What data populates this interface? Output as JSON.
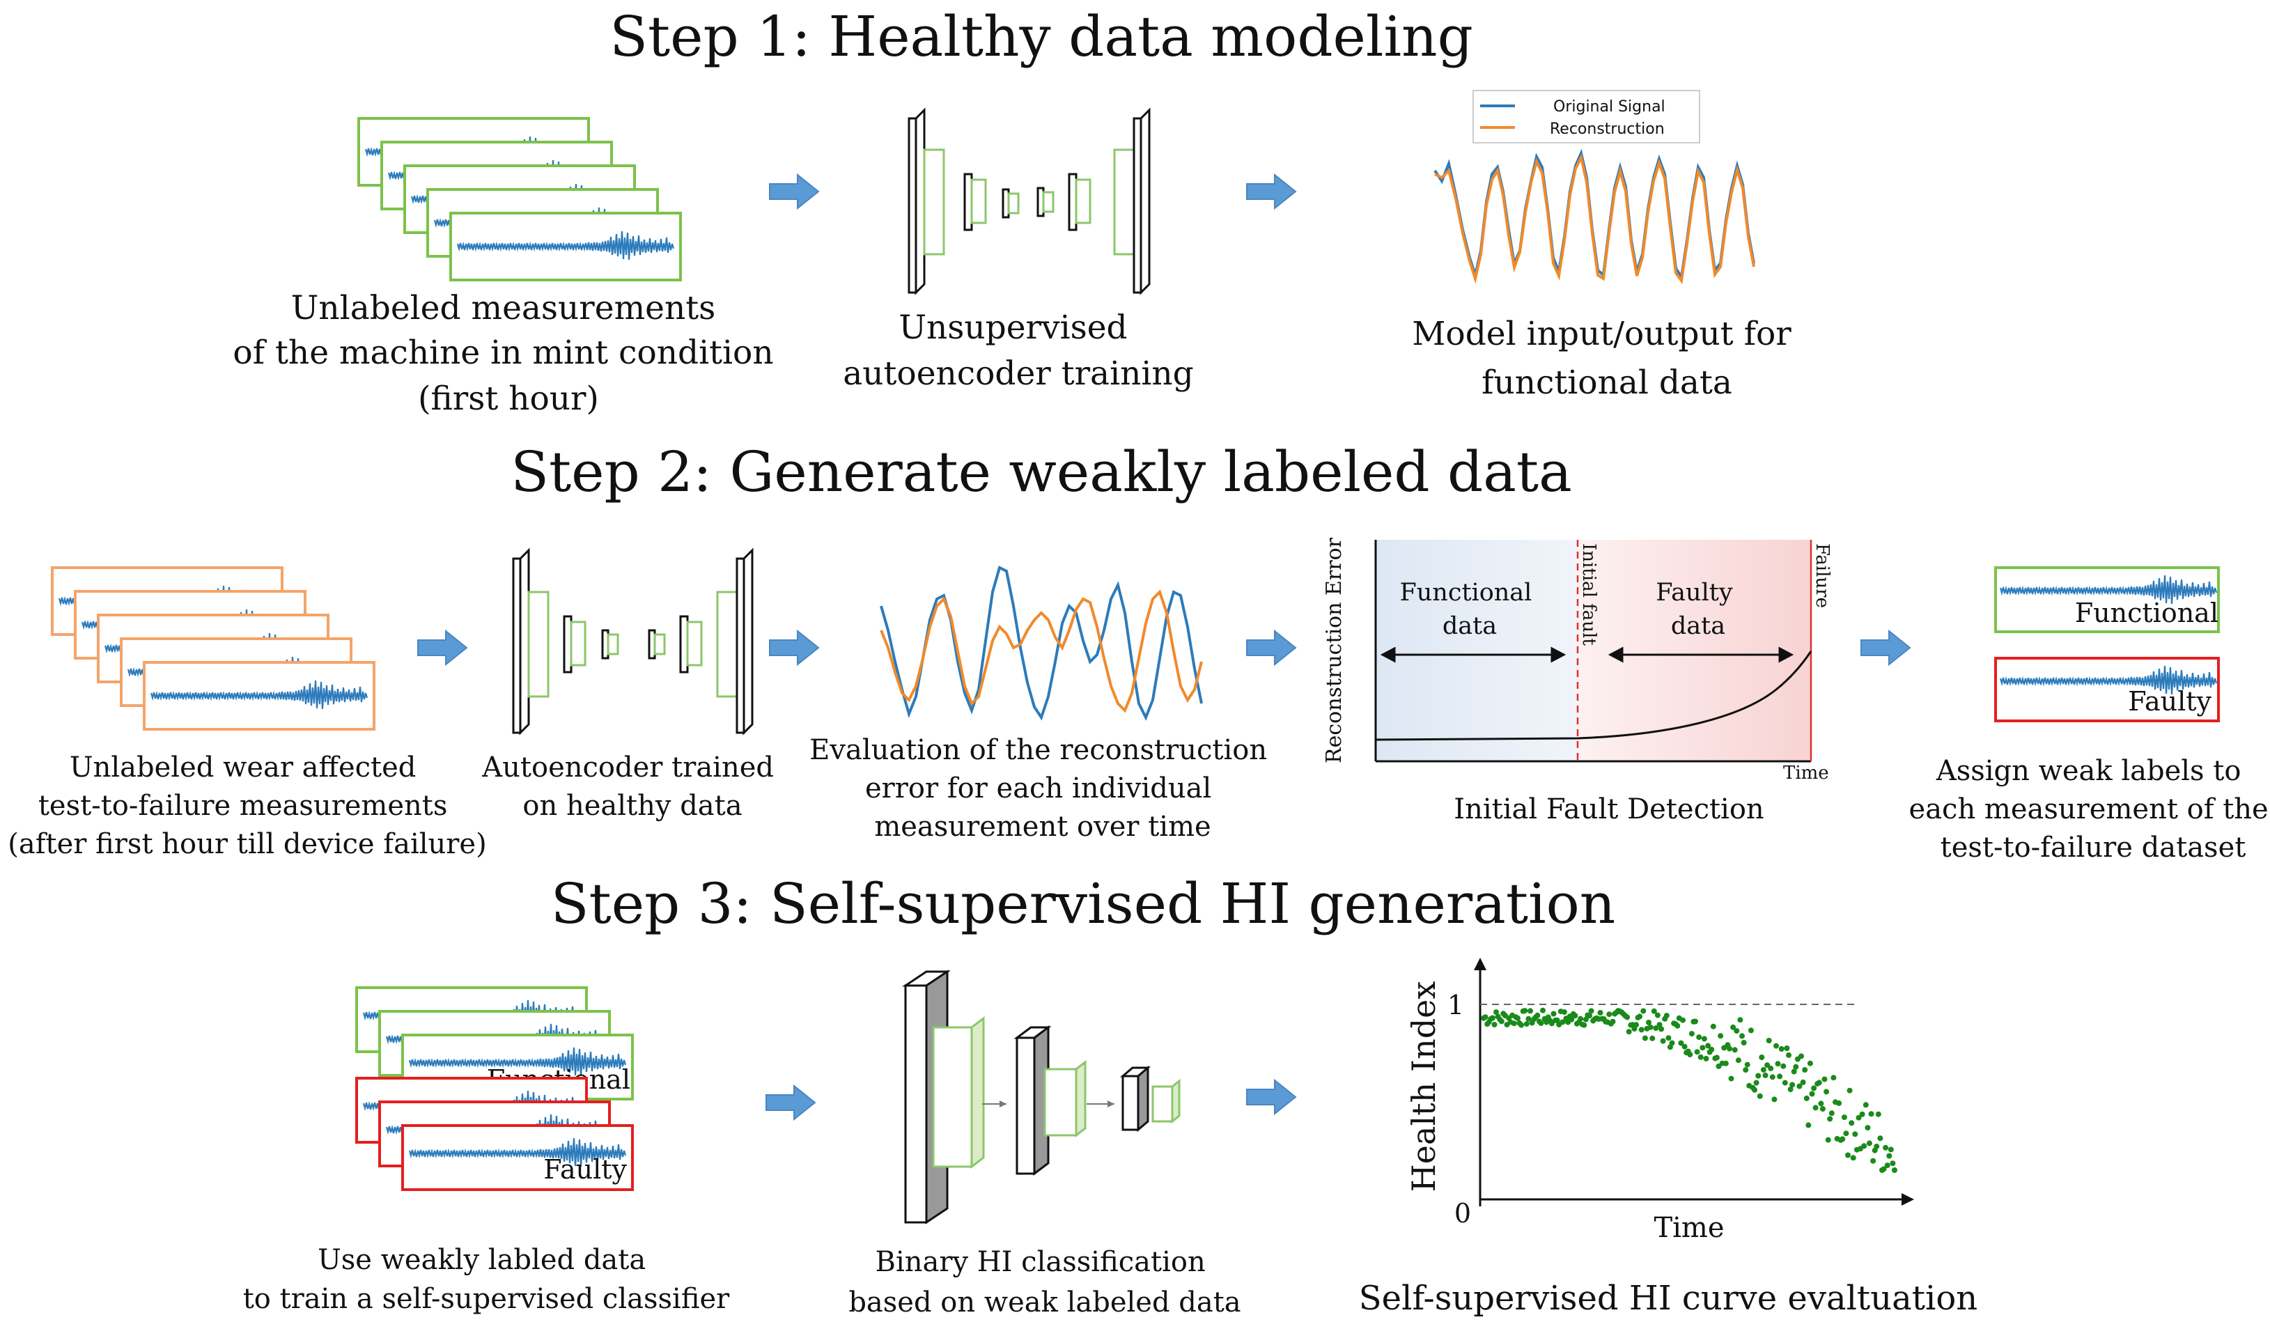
{
  "steps": [
    {
      "title": "Step 1: Healthy data modeling",
      "captions": [
        [
          "Unlabeled measurements",
          "of the machine in mint condition",
          "(first hour)"
        ],
        [
          "Unsupervised",
          "autoencoder training"
        ],
        [
          "Model input/output for",
          "functional data"
        ]
      ],
      "legend": [
        "Original Signal",
        "Reconstruction"
      ]
    },
    {
      "title": "Step 2: Generate weakly labeled data",
      "captions": [
        [
          "Unlabeled wear affected",
          "test-to-failure measurements",
          "(after first hour till device failure)"
        ],
        [
          "Autoencoder trained",
          "on healthy data"
        ],
        [
          "Evaluation of the reconstruction",
          "error for each individual",
          "measurement over time"
        ],
        [
          "Initial Fault Detection"
        ],
        [
          "Assign weak labels to",
          "each measurement of the",
          "test-to-failure dataset"
        ]
      ],
      "fault_plot": {
        "y_axis": "Reconstruction Error",
        "x_axis": "Time",
        "region_functional": [
          "Functional",
          "data"
        ],
        "region_faulty": [
          "Faulty",
          "data"
        ],
        "marker_initial": "Initial fault",
        "marker_failure": "Failure"
      },
      "labels": [
        "Functional",
        "Faulty"
      ]
    },
    {
      "title": "Step 3: Self-supervised HI generation",
      "captions": [
        [
          "Use weakly labled data",
          "to train a self-supervised classifier"
        ],
        [
          "Binary HI classification",
          "based on weak labeled data"
        ],
        [
          "Self-supervised HI curve evaltuation"
        ]
      ],
      "labels": [
        "Functional",
        "Faulty"
      ],
      "hi_plot": {
        "y_axis": "Health Index",
        "x_axis": "Time",
        "y_ticks": [
          "1",
          "0"
        ]
      }
    }
  ],
  "colors": {
    "signal": "#2c7bbb",
    "reconstruction": "#f08a2b",
    "green_box": "#7cc24a",
    "orange_box": "#f4a46a",
    "red_box": "#e41f1f",
    "arrow": "#5b9bd5",
    "hi_points": "#1a8a1a"
  }
}
